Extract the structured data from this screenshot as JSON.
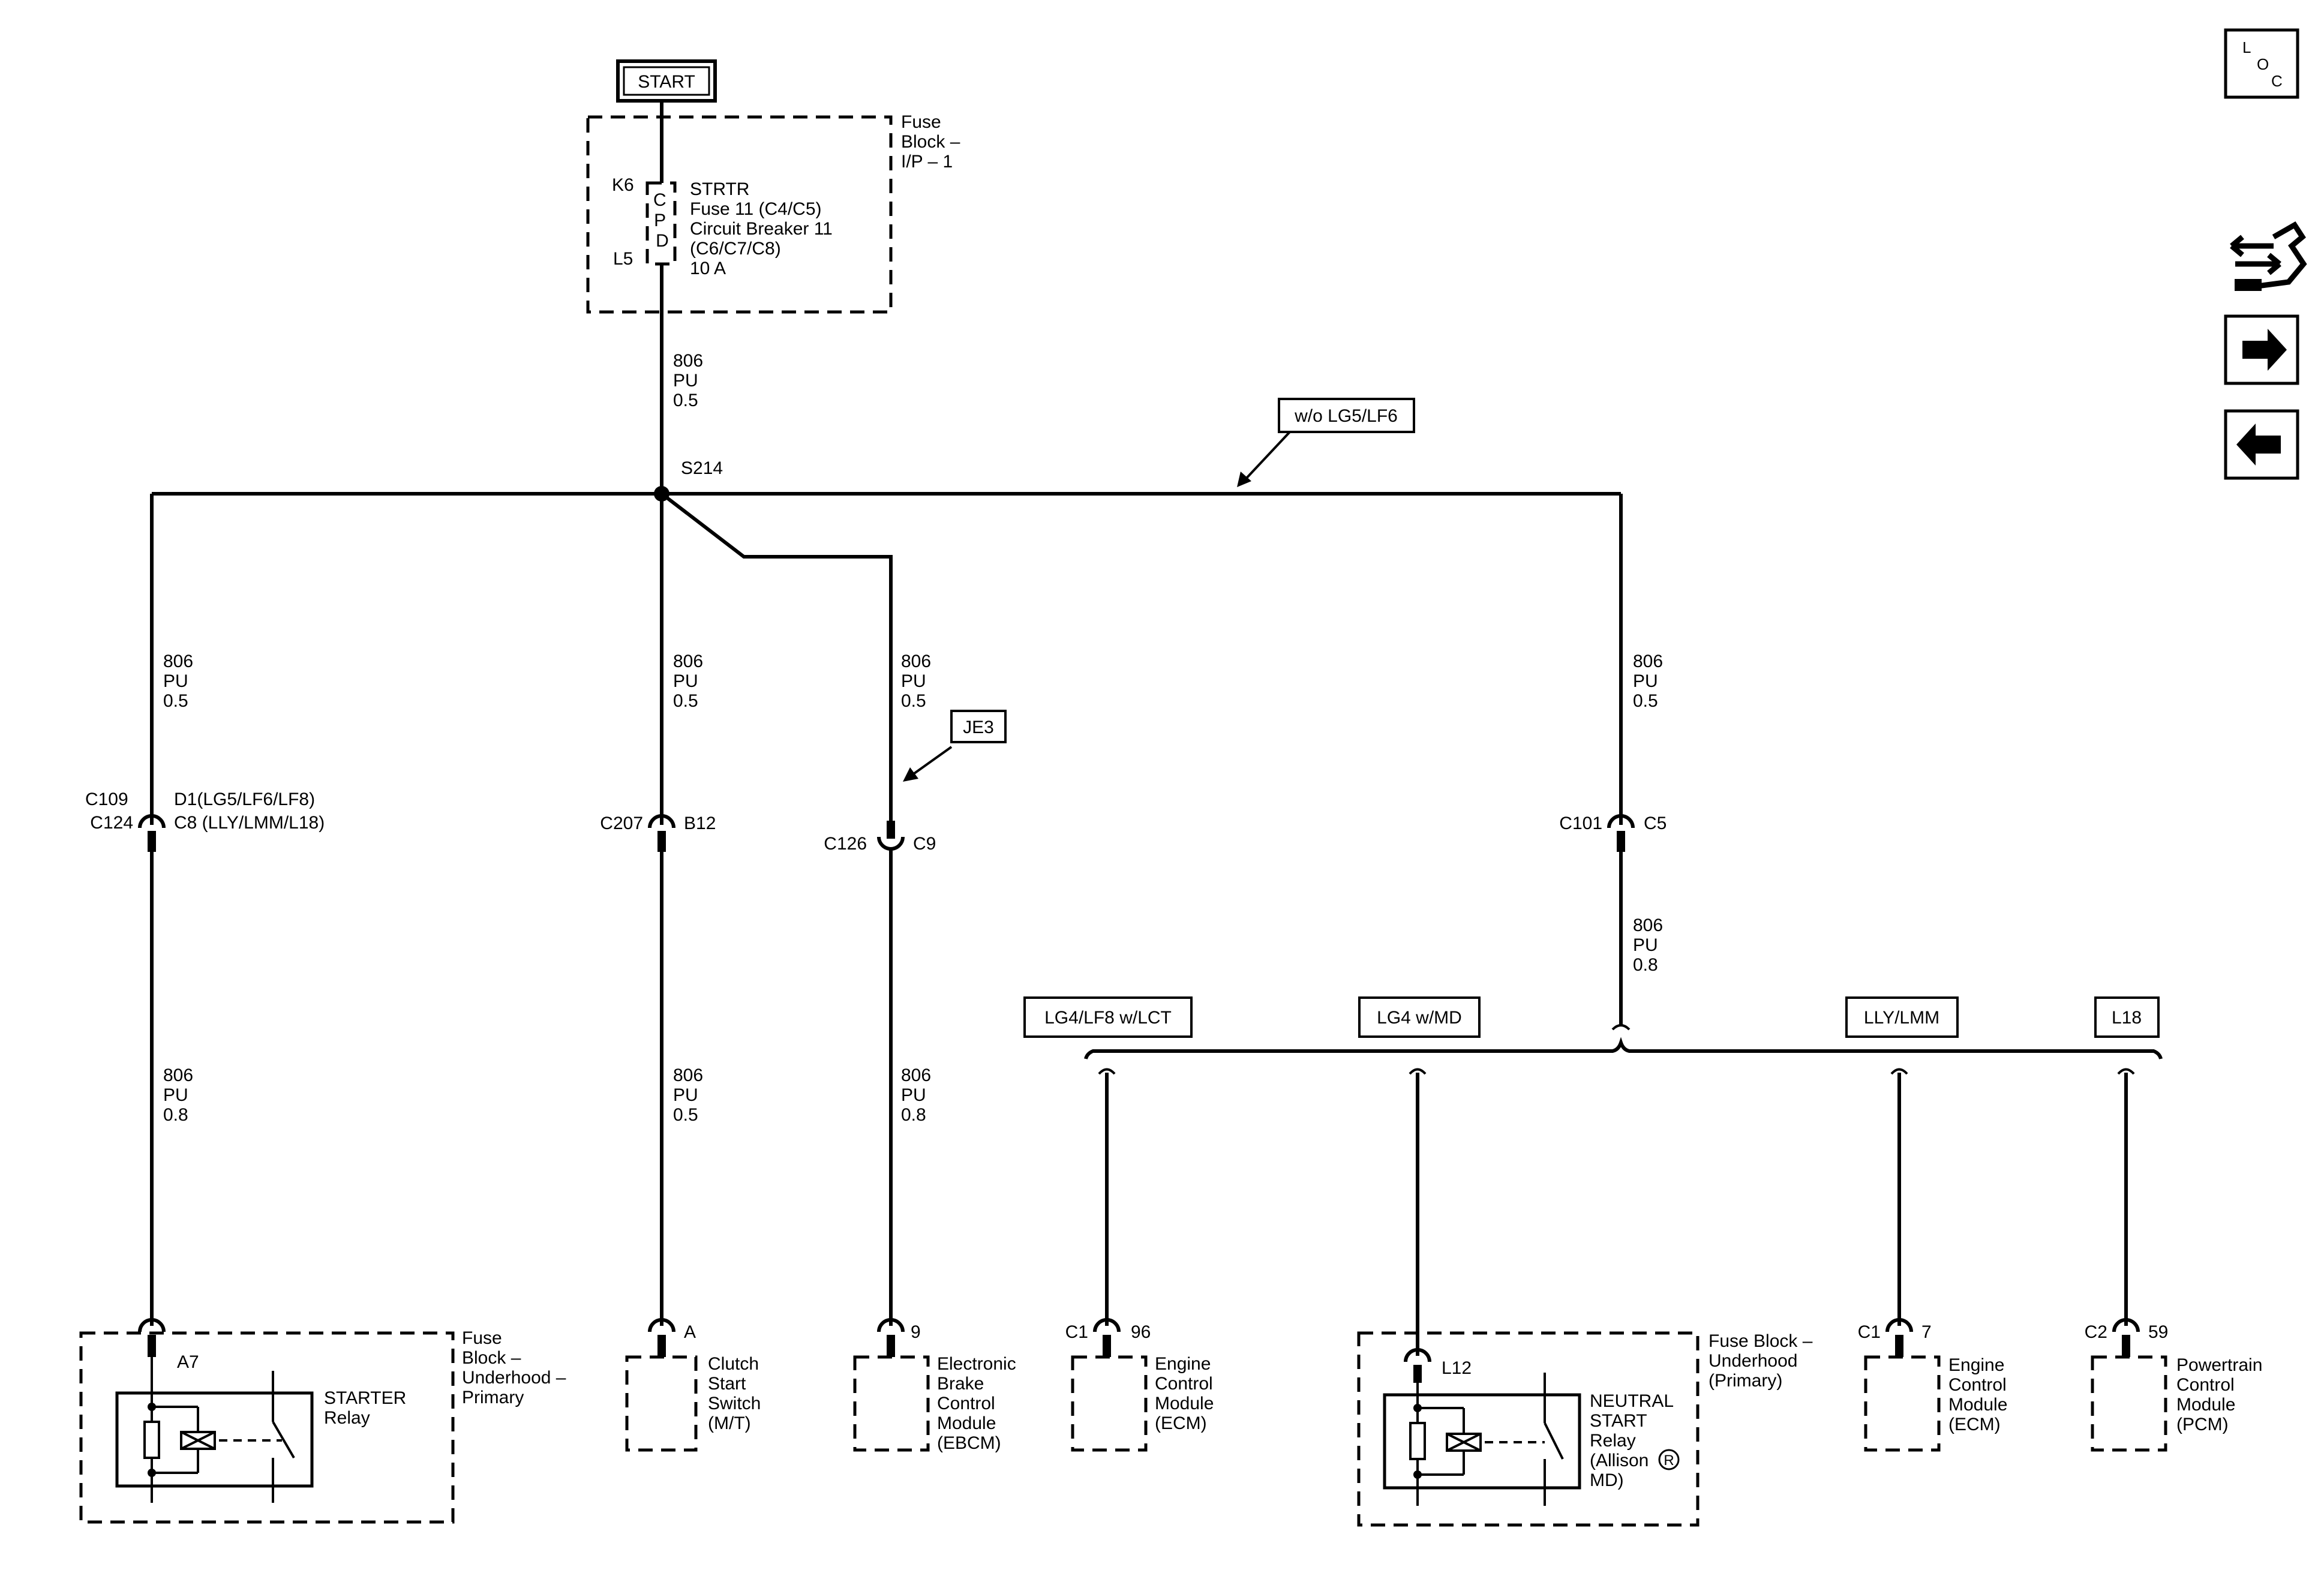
{
  "start_label": "START",
  "fuse_block_ip": {
    "title": [
      "Fuse",
      "Block –",
      "I/P – 1"
    ],
    "pin_top": "K6",
    "pin_bottom": "L5",
    "cpd_letters": [
      "C",
      "P",
      "D"
    ],
    "fuse_desc": [
      "STRTR",
      "Fuse 11 (C4/C5)",
      "Circuit Breaker 11",
      "(C6/C7/C8)",
      "10 A"
    ]
  },
  "wire_806_pu_05": [
    "806",
    "PU",
    "0.5"
  ],
  "wire_806_pu_08": [
    "806",
    "PU",
    "0.8"
  ],
  "splice": "S214",
  "option_wo_lg5": "w/o LG5/LF6",
  "option_je3": "JE3",
  "conn_c109": [
    "C109",
    "C124"
  ],
  "conn_c109_pins": [
    "D1(LG5/LF6/LF8)",
    "C8 (LLY/LMM/L18)"
  ],
  "conn_c207": "C207",
  "conn_c207_pin": "B12",
  "conn_c126": "C126",
  "conn_c126_pin": "C9",
  "conn_c101": "C101",
  "conn_c101_pin": "C5",
  "options": [
    "LG4/LF8 w/LCT",
    "LG4 w/MD",
    "LLY/LMM",
    "L18"
  ],
  "starter_relay": {
    "fuse_block": [
      "Fuse",
      "Block –",
      "Underhood –",
      "Primary"
    ],
    "pin": "A7",
    "name": [
      "STARTER",
      "Relay"
    ]
  },
  "clutch_switch": {
    "pin": "A",
    "name": [
      "Clutch",
      "Start",
      "Switch",
      "(M/T)"
    ]
  },
  "ebcm": {
    "pin": "9",
    "name": [
      "Electronic",
      "Brake",
      "Control",
      "Module",
      "(EBCM)"
    ]
  },
  "ecm_1": {
    "conn": "C1",
    "pin": "96",
    "name": [
      "Engine",
      "Control",
      "Module",
      "(ECM)"
    ]
  },
  "neutral_relay": {
    "fuse_block": [
      "Fuse Block –",
      "Underhood",
      "(Primary)"
    ],
    "pin": "L12",
    "name": [
      "NEUTRAL",
      "START",
      "Relay",
      "(Allison",
      "MD)"
    ],
    "registered": "R"
  },
  "ecm_2": {
    "conn": "C1",
    "pin": "7",
    "name": [
      "Engine",
      "Control",
      "Module",
      "(ECM)"
    ]
  },
  "pcm": {
    "conn": "C2",
    "pin": "59",
    "name": [
      "Powertrain",
      "Control",
      "Module",
      "(PCM)"
    ]
  },
  "nav": {
    "loc": [
      "L",
      "O",
      "C"
    ]
  }
}
